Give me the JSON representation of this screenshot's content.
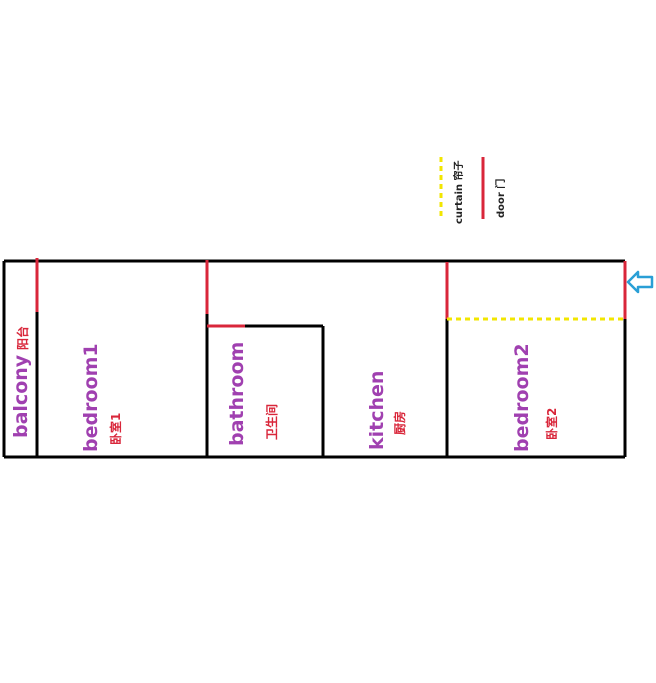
{
  "colors": {
    "wall": "#000000",
    "door": "#d9263a",
    "curtain": "#f2e600",
    "room_label": "#a040b0",
    "room_label_cn": "#d9263a",
    "entrance_arrow": "#2a9fd6"
  },
  "legend": {
    "curtain": "curtain 帘子",
    "door": "door 门"
  },
  "rooms": {
    "balcony": {
      "name": "balcony",
      "name_cn": "阳台"
    },
    "bedroom1": {
      "name": "bedroom1",
      "name_cn": "卧室1"
    },
    "bathroom": {
      "name": "bathroom",
      "name_cn": "卫生间"
    },
    "kitchen": {
      "name": "kitchen",
      "name_cn": "厨房"
    },
    "bedroom2": {
      "name": "bedroom2",
      "name_cn": "卧室2"
    }
  },
  "icons": {
    "entrance": "arrow-left-icon"
  }
}
